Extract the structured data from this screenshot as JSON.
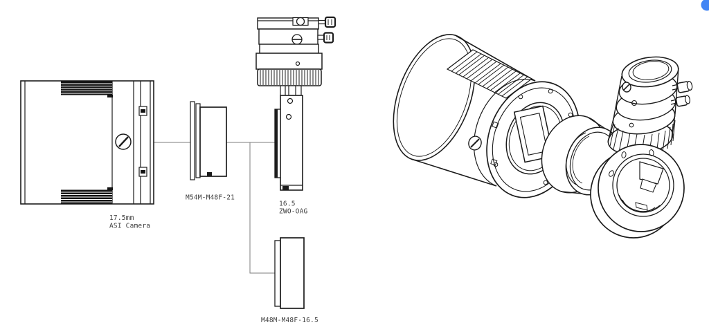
{
  "page": {
    "background": "#ffffff",
    "line_color": "#1c1c1c",
    "connector_color": "#7d7d7d",
    "label_color": "#3d3d3d"
  },
  "schematic": {
    "camera": {
      "dimension": "17.5mm",
      "name": "ASI Camera"
    },
    "front_adapter": {
      "name": "M54M-M48F-21"
    },
    "oag": {
      "dimension": "16.5",
      "name": "ZWO-OAG"
    },
    "alt_adapter": {
      "name": "M48M-M48F-16.5"
    }
  },
  "indicator": {
    "color": "#4285f4"
  }
}
